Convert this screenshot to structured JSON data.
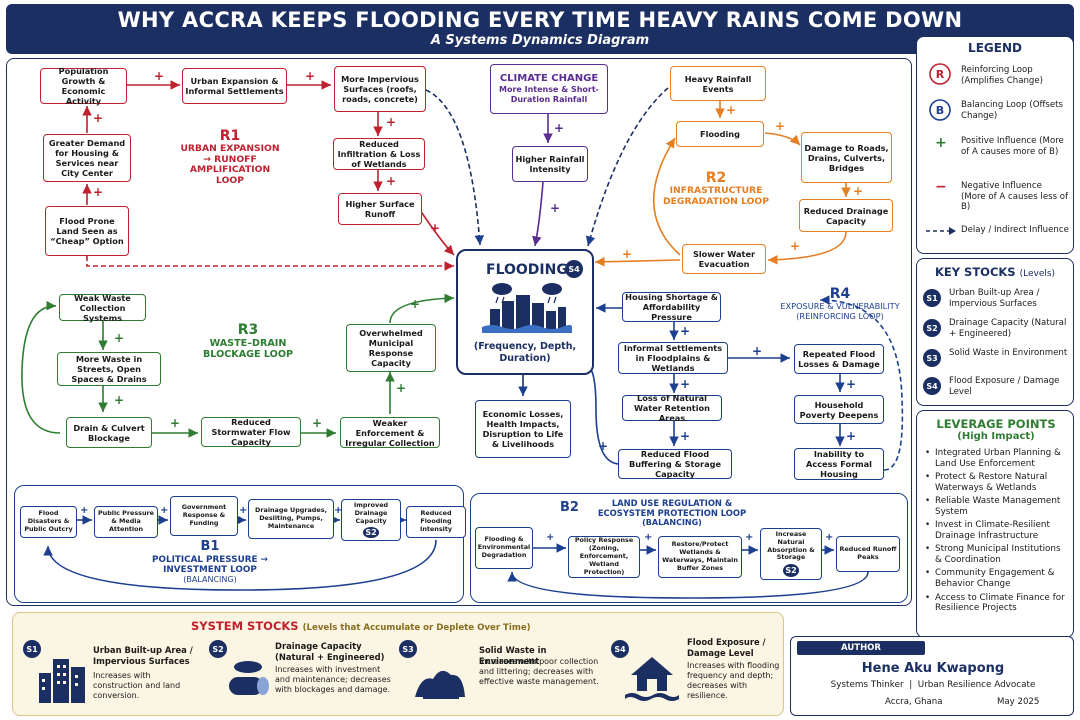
{
  "header": {
    "title": "WHY ACCRA KEEPS FLOODING EVERY TIME HEAVY RAINS COME DOWN",
    "subtitle": "A Systems Dynamics Diagram"
  },
  "central": {
    "title": "FLOODING",
    "badge": "S4",
    "desc": "(Frequency, Depth, Duration)"
  },
  "r1": {
    "label": "R1",
    "name": "URBAN EXPANSION → RUNOFF AMPLIFICATION LOOP",
    "nodes": {
      "pop": "Population Growth & Economic Activity",
      "urb": "Urban Expansion & Informal Settlements",
      "imp": "More Impervious Surfaces (roofs, roads, concrete)",
      "inf": "Reduced Infiltration & Loss of Wetlands",
      "run": "Higher Surface Runoff",
      "dem": "Greater Demand for Housing & Services near City Center",
      "cheap": "Flood Prone Land Seen as “Cheap” Option"
    }
  },
  "climate": {
    "title": "CLIMATE CHANGE",
    "desc": "More Intense & Short-Duration Rainfall",
    "intensity": "Higher Rainfall Intensity"
  },
  "r2": {
    "label": "R2",
    "name": "INFRASTRUCTURE DEGRADATION LOOP",
    "nodes": {
      "rain": "Heavy Rainfall Events",
      "flood": "Flooding",
      "damage": "Damage to Roads, Drains, Culverts, Bridges",
      "cap": "Reduced Drainage Capacity",
      "slow": "Slower Water Evacuation"
    }
  },
  "r3": {
    "label": "R3",
    "name": "WASTE–DRAIN BLOCKAGE LOOP",
    "nodes": {
      "weak": "Weak Waste Collection Systems",
      "more": "More Waste in Streets, Open Spaces & Drains",
      "block": "Drain & Culvert Blockage",
      "storm": "Reduced Stormwater Flow Capacity",
      "enf": "Weaker Enforcement & Irregular Collection",
      "over": "Overwhelmed Municipal Response Capacity"
    }
  },
  "r4": {
    "label": "R4",
    "name": "EXPOSURE & VULNERABILITY (REINFORCING LOOP)",
    "nodes": {
      "housing": "Housing Shortage & Affordability Pressure",
      "informal": "Informal Settlements in Floodplains & Wetlands",
      "loss": "Loss of Natural Water Retention Areas",
      "buffer": "Reduced Flood Buffering & Storage Capacity",
      "repeat": "Repeated Flood Losses & Damage",
      "poverty": "Household Poverty Deepens",
      "inability": "Inability to Access Formal Housing"
    }
  },
  "econ": "Economic Losses, Health Impacts, Disruption to Life & Livelihoods",
  "b1": {
    "label": "B1",
    "name": "POLITICAL PRESSURE → INVESTMENT LOOP",
    "sub": "(BALANCING)",
    "nodes": [
      "Flood Disasters & Public Outcry",
      "Public Pressure & Media Attention",
      "Government Response & Funding",
      "Drainage Upgrades, Desilting, Pumps, Maintenance",
      "Improved Drainage Capacity",
      "Reduced Flooding Intensity"
    ],
    "badge": "S2"
  },
  "b2": {
    "label": "B2",
    "name": "LAND USE REGULATION & ECOSYSTEM PROTECTION LOOP",
    "sub": "(BALANCING)",
    "nodes": [
      "Flooding & Environmental Degradation",
      "Policy Response (Zoning, Enforcement, Wetland Protection)",
      "Restore/Protect Wetlands & Waterways, Maintain Buffer Zones",
      "Increase Natural Absorption & Storage",
      "Reduced Runoff Peaks"
    ],
    "badge": "S2"
  },
  "legend": {
    "title": "LEGEND",
    "items": [
      {
        "sym": "R",
        "text": "Reinforcing Loop (Amplifies Change)"
      },
      {
        "sym": "B",
        "text": "Balancing Loop (Offsets Change)"
      },
      {
        "sym": "+",
        "text": "Positive Influence (More of A causes more of B)"
      },
      {
        "sym": "−",
        "text": "Negative Influence (More of A causes less of B)"
      },
      {
        "sym": "- - >",
        "text": "Delay / Indirect Influence"
      }
    ]
  },
  "key_stocks": {
    "title": "KEY STOCKS",
    "title_sub": "(Levels)",
    "items": [
      {
        "badge": "S1",
        "text": "Urban Built-up Area / Impervious Surfaces"
      },
      {
        "badge": "S2",
        "text": "Drainage Capacity (Natural + Engineered)"
      },
      {
        "badge": "S3",
        "text": "Solid Waste in Environment"
      },
      {
        "badge": "S4",
        "text": "Flood Exposure / Damage Level"
      }
    ]
  },
  "leverage": {
    "title": "LEVERAGE POINTS",
    "sub": "(High Impact)",
    "items": [
      "Integrated Urban Planning & Land Use Enforcement",
      "Protect & Restore Natural Waterways & Wetlands",
      "Reliable Waste Management System",
      "Invest in Climate-Resilient Drainage Infrastructure",
      "Strong Municipal Institutions & Coordination",
      "Community Engagement & Behavior Change",
      "Access to Climate Finance for Resilience Projects"
    ]
  },
  "system_stocks": {
    "title": "SYSTEM STOCKS",
    "title_sub": "(Levels that Accumulate or Deplete Over Time)",
    "items": [
      {
        "badge": "S1",
        "title": "Urban Built-up Area / Impervious Surfaces",
        "desc": "Increases with construction and land conversion."
      },
      {
        "badge": "S2",
        "title": "Drainage Capacity (Natural + Engineered)",
        "desc": "Increases with investment and maintenance; decreases with blockages and damage."
      },
      {
        "badge": "S3",
        "title": "Solid Waste in Environment",
        "desc": "Increases with poor collection and littering; decreases with effective waste management."
      },
      {
        "badge": "S4",
        "title": "Flood Exposure / Damage Level",
        "desc": "Increases with flooding frequency and depth; decreases with resilience."
      }
    ]
  },
  "author": {
    "heading": "AUTHOR",
    "name": "Hene Aku Kwapong",
    "role": "Systems Thinker  |  Urban Resilience Advocate",
    "location": "Accra, Ghana",
    "date": "May 2025"
  },
  "colors": {
    "navy": "#1c2f63",
    "red": "#c0212e",
    "orange": "#e67e22",
    "green": "#2e7d32",
    "blue": "#1c3f8f",
    "purple": "#5a2d91"
  }
}
